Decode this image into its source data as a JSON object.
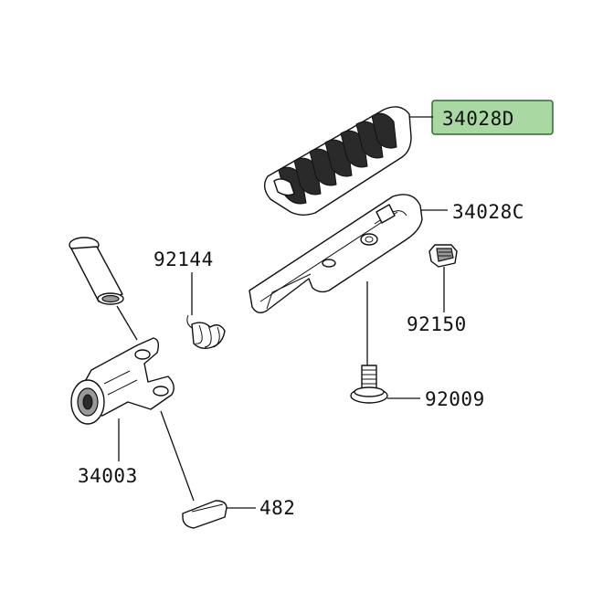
{
  "parts": [
    {
      "id": "34028D",
      "label": "34028D",
      "highlighted": true
    },
    {
      "id": "34028C",
      "label": "34028C",
      "highlighted": false
    },
    {
      "id": "92144",
      "label": "92144",
      "highlighted": false
    },
    {
      "id": "92150",
      "label": "92150",
      "highlighted": false
    },
    {
      "id": "92009",
      "label": "92009",
      "highlighted": false
    },
    {
      "id": "34003",
      "label": "34003",
      "highlighted": false
    },
    {
      "id": "482",
      "label": "482",
      "highlighted": false
    }
  ],
  "colors": {
    "highlight_fill": "#a9d8a3",
    "highlight_border": "#2f6b2f",
    "line": "#111111",
    "background": "#ffffff"
  }
}
